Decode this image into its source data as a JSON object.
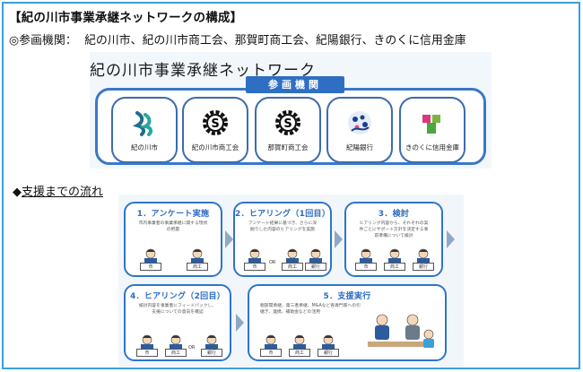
{
  "heading": "【紀の川市事業承継ネットワークの構成】",
  "participants_line": "◎参画機関：  紀の川市、紀の川市商工会、那賀町商工会、紀陽銀行、きのくに信用金庫",
  "network": {
    "title": "紀の川市事業承継ネットワーク",
    "badge": "参画機関",
    "orgs": [
      {
        "label": "紀の川市",
        "icon": "kinokawa-city-logo-icon"
      },
      {
        "label": "紀の川市商工会",
        "icon": "chamber-gear-icon"
      },
      {
        "label": "那賀町商工会",
        "icon": "chamber-gear-icon"
      },
      {
        "label": "紀陽銀行",
        "icon": "kiyo-bank-logo-icon"
      },
      {
        "label": "きのくに信用金庫",
        "icon": "kinokuni-shinkin-logo-icon"
      }
    ]
  },
  "flow": {
    "title_prefix": "◆",
    "title": "支援までの流れ",
    "steps": [
      {
        "heading": "1．アンケート実施",
        "text": "市内事業者の事業承継に関する現状の把握"
      },
      {
        "heading": "2．ヒアリング（1回目）",
        "text": "アンケート結果に基づき、さらに深掘りした内容のヒアリングを実施"
      },
      {
        "heading": "3．検討",
        "text": "ヒアリング内容から、それぞれの案件ごとにサポート方針を決定する事前準備について検討"
      },
      {
        "heading": "4．ヒアリング（2回目）",
        "text": "検討内容を事業者にフィードバックし、支援についての意向を確認"
      },
      {
        "heading": "5．支援実行",
        "text": "親族間承継、第三者承継、M&Aなど各専門家への引継ぎ、連携、補助金などの活用"
      }
    ],
    "tags": {
      "city": "市",
      "chamber": "商工",
      "bank": "銀行",
      "or": "OR"
    }
  },
  "colors": {
    "frame": "#3aa0dc",
    "accent": "#2f74c8",
    "badge": "#2e6fc4",
    "panel": "#f2f7fc"
  }
}
